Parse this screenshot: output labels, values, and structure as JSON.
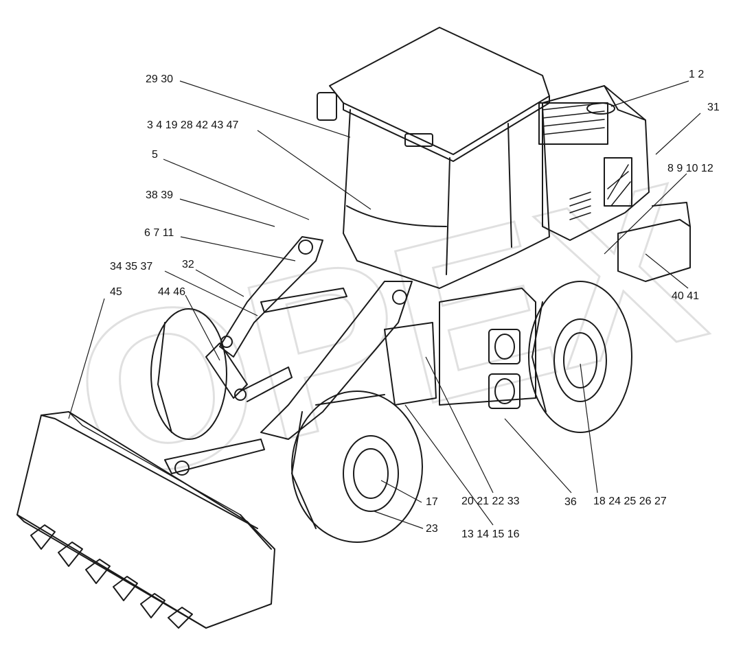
{
  "diagram": {
    "watermark": "OPEX",
    "callouts": [
      {
        "id": "c01",
        "text": "1 2"
      },
      {
        "id": "c02",
        "text": "29 30"
      },
      {
        "id": "c03",
        "text": "3 4 19 28 42 43 47"
      },
      {
        "id": "c04",
        "text": "31"
      },
      {
        "id": "c05",
        "text": "5"
      },
      {
        "id": "c06",
        "text": "8 9 10 12"
      },
      {
        "id": "c07",
        "text": "38 39"
      },
      {
        "id": "c08",
        "text": "6 7 11"
      },
      {
        "id": "c09",
        "text": "34 35 37"
      },
      {
        "id": "c10",
        "text": "32"
      },
      {
        "id": "c11",
        "text": "45"
      },
      {
        "id": "c12",
        "text": "44 46"
      },
      {
        "id": "c13",
        "text": "40 41"
      },
      {
        "id": "c14",
        "text": "17"
      },
      {
        "id": "c15",
        "text": "20 21 22 33"
      },
      {
        "id": "c16",
        "text": "36"
      },
      {
        "id": "c17",
        "text": "18 24 25 26 27"
      },
      {
        "id": "c18",
        "text": "23"
      },
      {
        "id": "c19",
        "text": "13 14 15 16"
      }
    ]
  }
}
